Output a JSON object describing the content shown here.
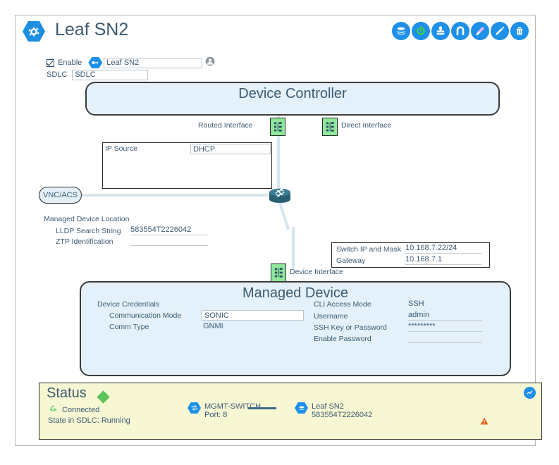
{
  "header": {
    "title": "Leaf SN2",
    "logo_icon": "device-hex-icon",
    "toolbar": [
      {
        "name": "stack-icon",
        "label": "Stack"
      },
      {
        "name": "power-icon",
        "label": "Power"
      },
      {
        "name": "stamp-icon",
        "label": "Stamp"
      },
      {
        "name": "arch-icon",
        "label": "Tunnel"
      },
      {
        "name": "eraser-icon",
        "label": "Eraser"
      },
      {
        "name": "pencil-icon",
        "label": "Edit"
      },
      {
        "name": "trash-icon",
        "label": "Delete"
      }
    ]
  },
  "form": {
    "enable_label": "Enable",
    "enable_checked": true,
    "device_name_value": "Leaf SN2",
    "device_name_placeholder": "Leaf SN2",
    "avatar_icon": "user-avatar-icon",
    "link_icon": "link-hex-icon",
    "sdlc_label": "SDLC",
    "sdlc_value": "SDLC",
    "sdlc_placeholder": "SDLC"
  },
  "device_controller": {
    "title": "Device Controller",
    "routed_interface_label": "Routed Interface",
    "direct_interface_label": "Direct Interface",
    "interface_icon": "network-interface-icon"
  },
  "ip_source": {
    "label": "IP Source",
    "value": "DHCP"
  },
  "vnc_acs": {
    "label": "VNC/ACS"
  },
  "router": {
    "icon": "router-icon"
  },
  "managed_device_location": {
    "section_label": "Managed Device Location",
    "rows": [
      {
        "label": "LLDP Search String",
        "value": "583554T2226042"
      },
      {
        "label": "ZTP Identification",
        "value": ""
      }
    ]
  },
  "switch_table": {
    "rows": [
      {
        "label": "Switch IP and Mask",
        "value": "10.168.7.22/24"
      },
      {
        "label": "Gateway",
        "value": "10.168.7.1"
      }
    ]
  },
  "device_interface": {
    "label": "Device Interface",
    "icon": "network-interface-icon"
  },
  "managed_device": {
    "title": "Managed Device",
    "left": {
      "section_label": "Device Credentials",
      "rows": [
        {
          "label": "Communication Mode",
          "value": "SONIC",
          "type": "input"
        },
        {
          "label": "Comm Type",
          "value": "GNMI",
          "type": "text"
        }
      ]
    },
    "right": {
      "rows": [
        {
          "label": "CLI Access Mode",
          "value": "SSH",
          "type": "text"
        },
        {
          "label": "Username",
          "value": "admin",
          "type": "underline"
        },
        {
          "label": "SSH Key or Password",
          "value": "*********",
          "type": "underline"
        },
        {
          "label": "Enable Password",
          "value": "",
          "type": "underline"
        }
      ]
    }
  },
  "status": {
    "title": "Status",
    "status_diamond_color": "#5bc45b",
    "connected_label": "Connected",
    "connected_icon": "connected-recycle-icon",
    "state_label": "State in SDLC: Running",
    "peer": {
      "icon": "switch-hex-icon",
      "name": "MGMT-SWITCH",
      "port_label": "Port: 8"
    },
    "device": {
      "icon": "device-hex-icon",
      "name": "Leaf SN2",
      "serial": "583554T2226042"
    },
    "warning_icon": "warning-triangle-icon",
    "chart_icon": "chart-badge-icon"
  }
}
